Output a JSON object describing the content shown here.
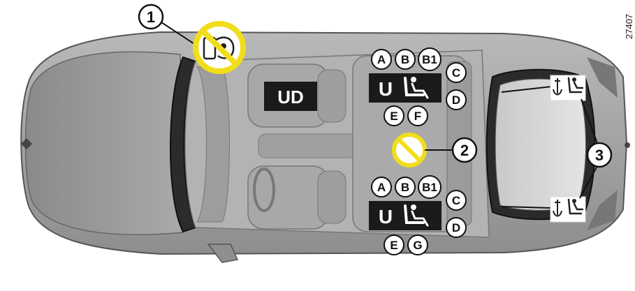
{
  "reference_number": "27407",
  "callouts": [
    {
      "id": "1",
      "label": "1"
    },
    {
      "id": "2",
      "label": "2"
    },
    {
      "id": "3",
      "label": "3"
    }
  ],
  "front_seat_label": "UD",
  "rear_left": {
    "top_letters": [
      "A",
      "B",
      "B1"
    ],
    "box_letter": "U",
    "side_letters": [
      "C",
      "D"
    ],
    "bottom_letters": [
      "E",
      "F"
    ]
  },
  "rear_right": {
    "top_letters": [
      "A",
      "B",
      "B1"
    ],
    "box_letter": "U",
    "side_letters": [
      "C",
      "D"
    ],
    "bottom_letters": [
      "E",
      "G"
    ]
  },
  "colors": {
    "prohibition_yellow": "#f2dd1a",
    "label_box": "#1a1a1a",
    "car_body": "#9a9a9a",
    "car_dark": "#2b2b2b"
  },
  "icons": {
    "airbag_warning": "airbag-child-seat-prohibited-icon",
    "center_prohibition": "no-child-seat-icon",
    "child_seat": "child-seat-icon",
    "isofix_anchor": "isofix-anchor-icon"
  }
}
